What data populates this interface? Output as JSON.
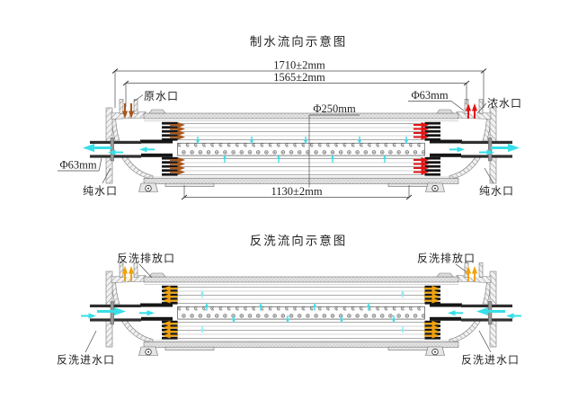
{
  "drawing": {
    "production": {
      "title": "制水流向示意图",
      "dim_overall": "1710±2mm",
      "dim_inner": "1565±2mm",
      "dim_shell_diameter": "Φ250mm",
      "dim_support_span": "1130±2mm",
      "dim_port_left": "Φ63mm",
      "dim_port_right": "Φ63mm",
      "label_raw_inlet": "原水口",
      "label_concentrate_outlet": "浓水口",
      "label_pure_outlet_left": "纯水口",
      "label_pure_outlet_right": "纯水口"
    },
    "backwash": {
      "title": "反洗流向示意图",
      "label_discharge_left": "反洗排放口",
      "label_discharge_right": "反洗排放口",
      "label_inlet_left": "反洗进水口",
      "label_inlet_right": "反洗进水口"
    },
    "colors": {
      "feed_flow": "#a8571c",
      "concentrate_flow": "#e31414",
      "permeate_flow": "#38dfe8",
      "backwash_discharge": "#f2a20a",
      "backwash_inlet": "#38dfe8",
      "drawing_line": "#4a4a4a"
    }
  }
}
